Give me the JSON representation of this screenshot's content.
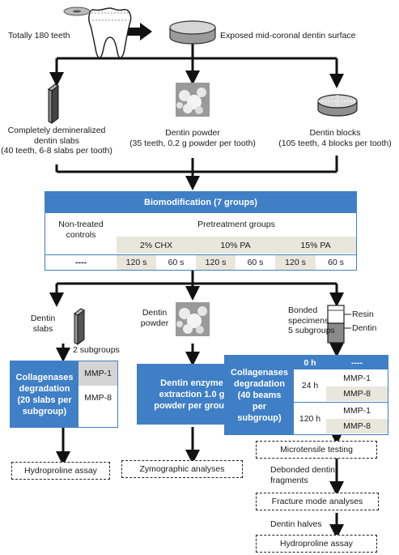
{
  "top": {
    "teeth_label": "Totally 180 teeth",
    "surface_label": "Exposed mid-coronal dentin surface"
  },
  "branches": {
    "slabs": [
      "Completely demineralized",
      "dentin slabs",
      "(40 teeth, 6-8 slabs per tooth)"
    ],
    "powder": [
      "Dentin powder",
      "(35 teeth, 0.2 g powder per tooth)"
    ],
    "blocks": [
      "Dentin blocks",
      "(105 teeth, 4 blocks per tooth)"
    ]
  },
  "biomod": {
    "title": "Biomodification  (7 groups)",
    "controls": [
      "Non-treated",
      "controls"
    ],
    "pretreatment_title": "Pretreatment groups",
    "agents": [
      "2% CHX",
      "10% PA",
      "15% PA"
    ],
    "control_value": "----",
    "times": [
      "120 s",
      "60 s",
      "120 s",
      "60 s",
      "120 s",
      "60 s"
    ]
  },
  "lower": {
    "slabs_label": [
      "Dentin",
      "slabs"
    ],
    "subgroups_label": "2 subgroups",
    "powder_label": [
      "Dentin",
      "powder"
    ],
    "bonded_label": [
      "Bonded",
      "specimens",
      "5 subgroups"
    ],
    "resin_label": "Resin",
    "dentin_label": "Dentin"
  },
  "collag_left": {
    "title": [
      "Collagenases",
      "degradation",
      "(20 slabs per",
      "subgroup)"
    ],
    "groups": [
      "MMP-1",
      "MMP-8"
    ]
  },
  "enzyme_box": [
    "Dentin enzyme",
    "extraction 1.0 g",
    "powder per group"
  ],
  "collag_right": {
    "title": [
      "Collagenases",
      "degradation",
      "(40 beams",
      "per",
      "subgroup)"
    ],
    "t0": "0 h",
    "t0_value": "----",
    "t24": "24 h",
    "t120": "120 h",
    "groups": [
      "MMP-1",
      "MMP-8"
    ]
  },
  "outcomes": {
    "hydroxyproline_left": "Hydroproline assay",
    "zymographic": "Zymographic analyses",
    "microtensile": "Microtensile testing",
    "debonded": [
      "Debonded dentin",
      "fragments"
    ],
    "fracture": "Fracture mode analyses",
    "halves": "Dentin halves",
    "hydroxyproline_right": "Hydroproline assay"
  },
  "colors": {
    "box_blue": "#3f7fc6",
    "cell_beige": "#e9e6dc",
    "cell_grey": "#d4d4d4"
  }
}
